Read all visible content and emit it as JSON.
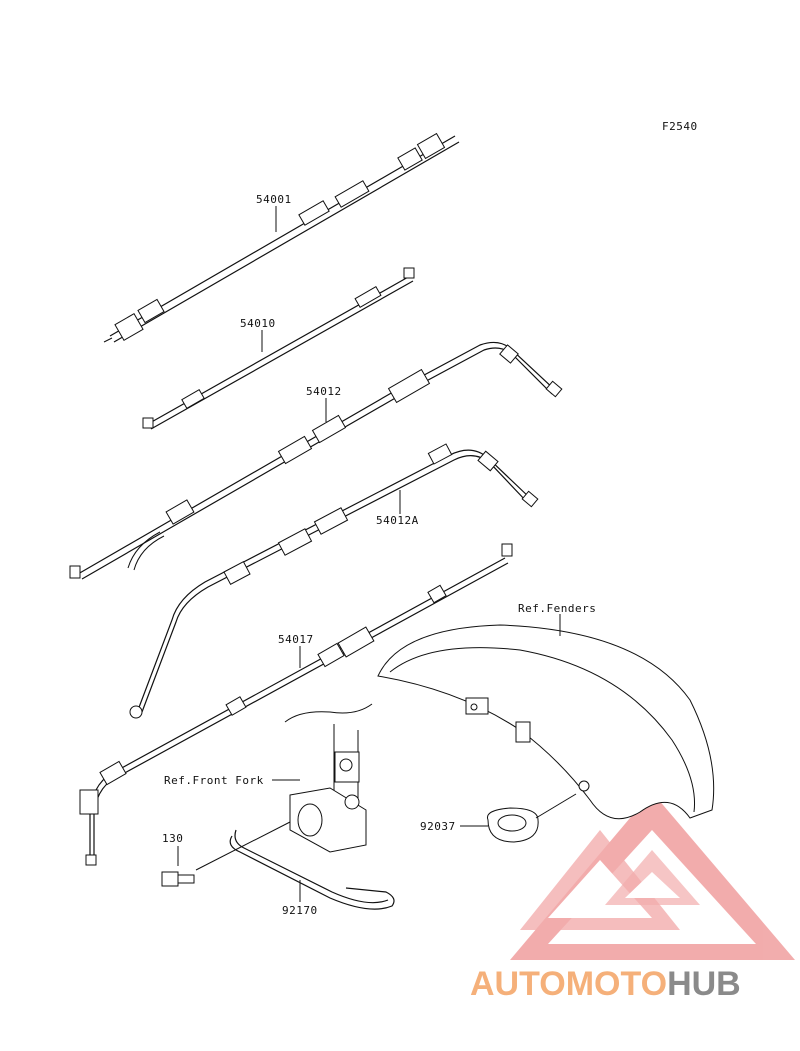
{
  "figure_code": "F2540",
  "parts": {
    "speedo_cable": "54001",
    "tacho_cable": "54010",
    "throttle_cable_open": "54012",
    "throttle_cable_close": "54012A",
    "clutch_cable": "54017",
    "front_fork_ref": "Ref.Front Fork",
    "bolt": "130",
    "clamp": "92170",
    "fenders_ref": "Ref.Fenders",
    "grommet": "92037"
  },
  "watermark": {
    "part1": "AUTOMOTO",
    "part2": "HUB",
    "color1": "#f5b07a",
    "color2": "#8a8a8a",
    "logo_color": "#e86a6a"
  }
}
